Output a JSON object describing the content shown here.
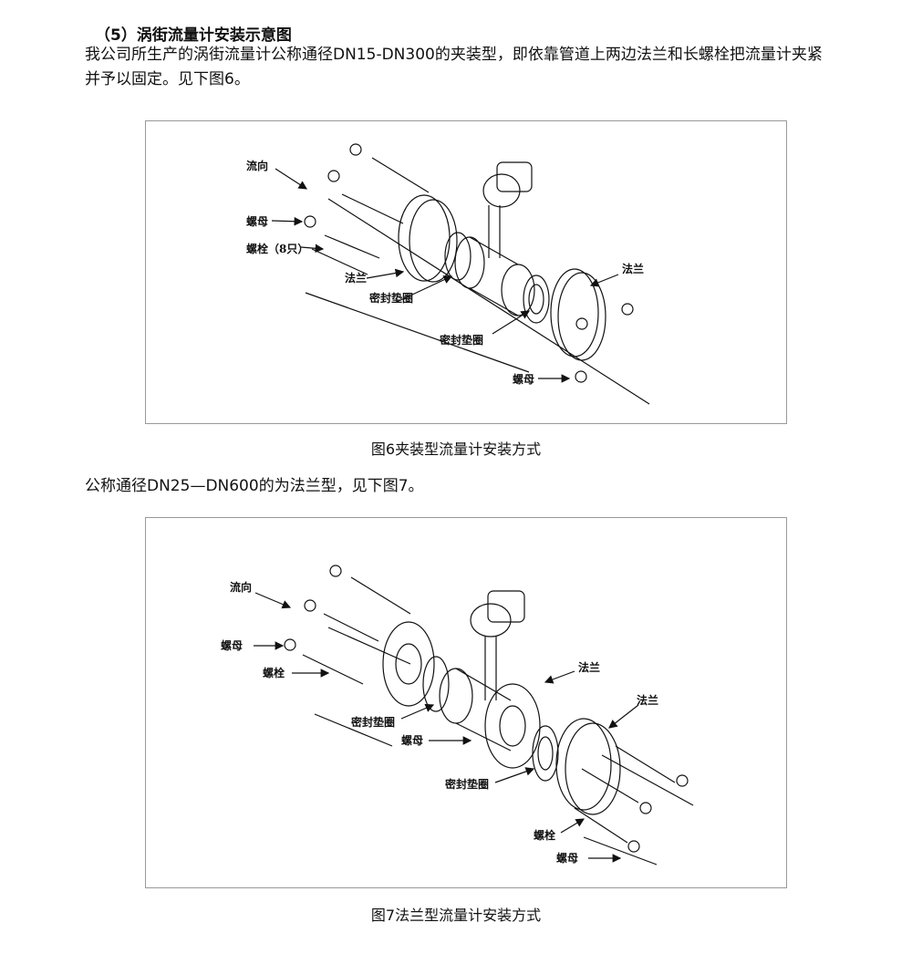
{
  "heading": "（5）涡街流量计安装示意图",
  "paragraph1": "我公司所生产的涡街流量计公称通径DN15-DN300的夹装型，即依靠管道上两边法兰和长螺栓把流量计夹紧并予以固定。见下图6。",
  "figure1": {
    "caption": "图6夹装型流量计安装方式",
    "labels": {
      "flow": "流向",
      "nut": "螺母",
      "bolt": "螺栓（8只）",
      "flange_left": "法兰",
      "gasket1": "密封垫圈",
      "gasket2": "密封垫圈",
      "flange_right": "法兰",
      "nut_bottom": "螺母"
    }
  },
  "paragraph2": "公称通径DN25—DN600的为法兰型，见下图7。",
  "figure2": {
    "caption": "图7法兰型流量计安装方式",
    "labels": {
      "flow": "流向",
      "nut": "螺母",
      "bolt": "螺栓",
      "gasket1": "密封垫圈",
      "nut_mid": "螺母",
      "flange1": "法兰",
      "flange2": "法兰",
      "gasket2": "密封垫圈",
      "bolt_bottom": "螺栓",
      "nut_bottom": "螺母"
    }
  }
}
